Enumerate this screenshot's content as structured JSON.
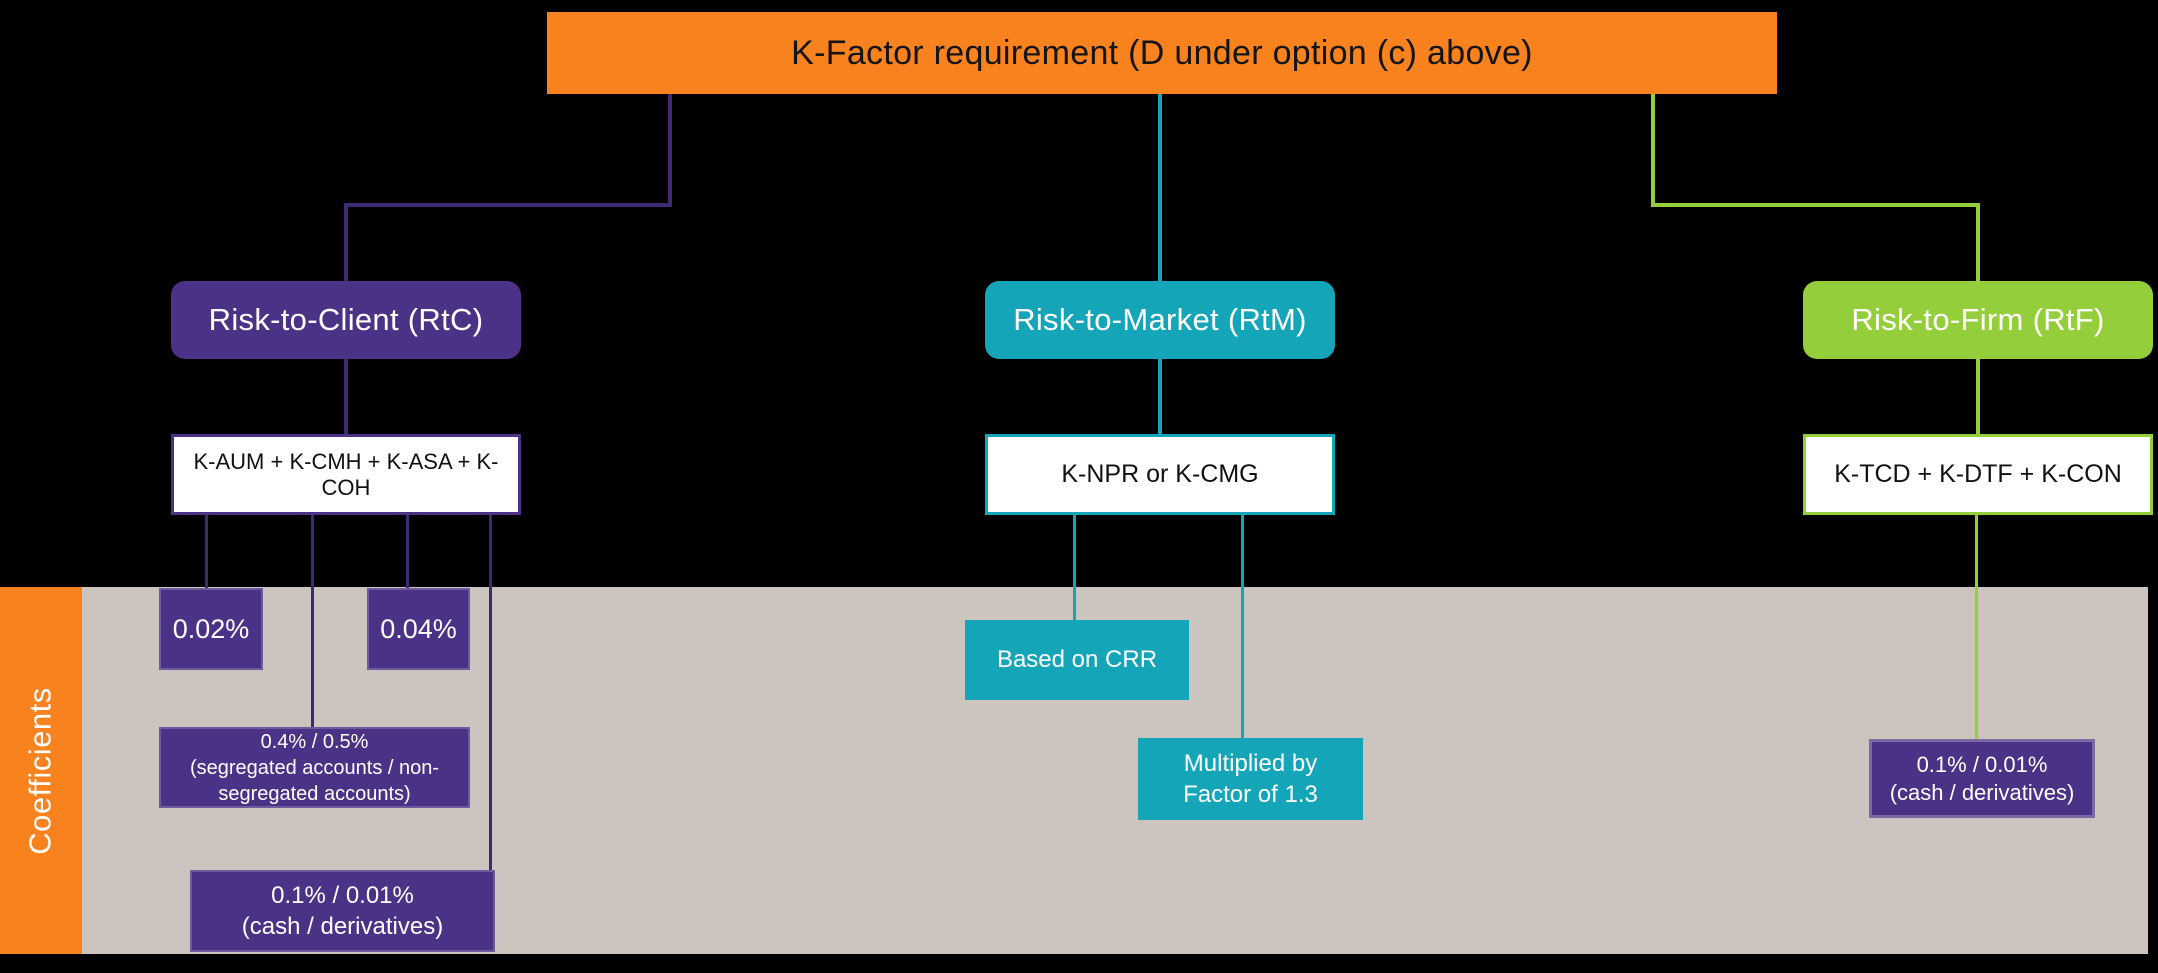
{
  "title": {
    "label": "K-Factor requirement (D under option (c) above)"
  },
  "sidebar": {
    "label": "Coefficients"
  },
  "colors": {
    "background": "#000000",
    "orange": "#F7821E",
    "purple": "#4B3287",
    "purple_line": "#3F2973",
    "teal": "#14A5B8",
    "green": "#95CE3B",
    "band_gray": "#CCC4BE",
    "box_text_light": "#FFFFFF",
    "box_text_dark": "#111111"
  },
  "branches": [
    {
      "id": "risk-to-client",
      "label": "Risk-to-Client (RtC)",
      "formula": "K-AUM + K-CMH + K-ASA + K-COH",
      "coefficients": [
        {
          "lines": [
            "0.02%"
          ]
        },
        {
          "lines": [
            "0.04%"
          ]
        },
        {
          "lines": [
            "0.4% / 0.5%",
            "(segregated accounts / non-",
            "segregated accounts)"
          ]
        },
        {
          "lines": [
            "0.1% / 0.01%",
            "(cash / derivatives)"
          ]
        }
      ]
    },
    {
      "id": "risk-to-market",
      "label": "Risk-to-Market (RtM)",
      "formula": "K-NPR or K-CMG",
      "coefficients": [
        {
          "lines": [
            "Based on CRR"
          ]
        },
        {
          "lines": [
            "Multiplied by",
            "Factor of 1.3"
          ]
        }
      ]
    },
    {
      "id": "risk-to-firm",
      "label": "Risk-to-Firm (RtF)",
      "formula": "K-TCD + K-DTF + K-CON",
      "coefficients": [
        {
          "lines": [
            "0.1% / 0.01%",
            "(cash / derivatives)"
          ]
        }
      ]
    }
  ]
}
